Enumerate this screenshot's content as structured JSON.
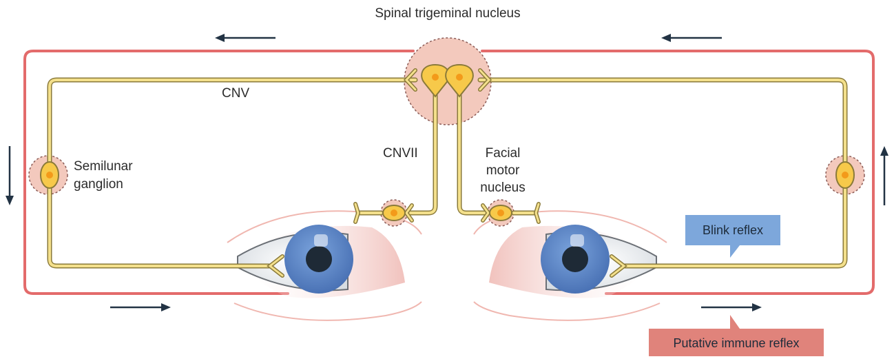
{
  "labels": {
    "spinal_nucleus": "Spinal trigeminal nucleus",
    "cnv": "CNV",
    "cnvii": "CNVII",
    "semilunar_1": "Semilunar",
    "semilunar_2": "ganglion",
    "facial_1": "Facial",
    "facial_2": "motor",
    "facial_3": "nucleus",
    "blink_reflex": "Blink reflex",
    "immune_reflex": "Putative immune reflex"
  },
  "colors": {
    "immune_path": "#e36b6b",
    "nerve_fill": "#f4e08c",
    "nerve_outline": "#8a7a3a",
    "nucleus_fill": "#f3c9bd",
    "neuron_body": "#f7c94a",
    "neuron_nucleus": "#f39a1a",
    "iris": "#5b86c8",
    "pupil": "#1e2a36",
    "blink_box": "#7da7db",
    "immune_box": "#e0837b",
    "arrow": "#223344"
  },
  "icons": {
    "arrow_top_left": "arrow-left-icon",
    "arrow_top_right": "arrow-left-icon",
    "arrow_left_side": "arrow-down-icon",
    "arrow_right_side": "arrow-up-icon",
    "arrow_bottom_left": "arrow-right-icon",
    "arrow_bottom_right": "arrow-right-icon"
  }
}
